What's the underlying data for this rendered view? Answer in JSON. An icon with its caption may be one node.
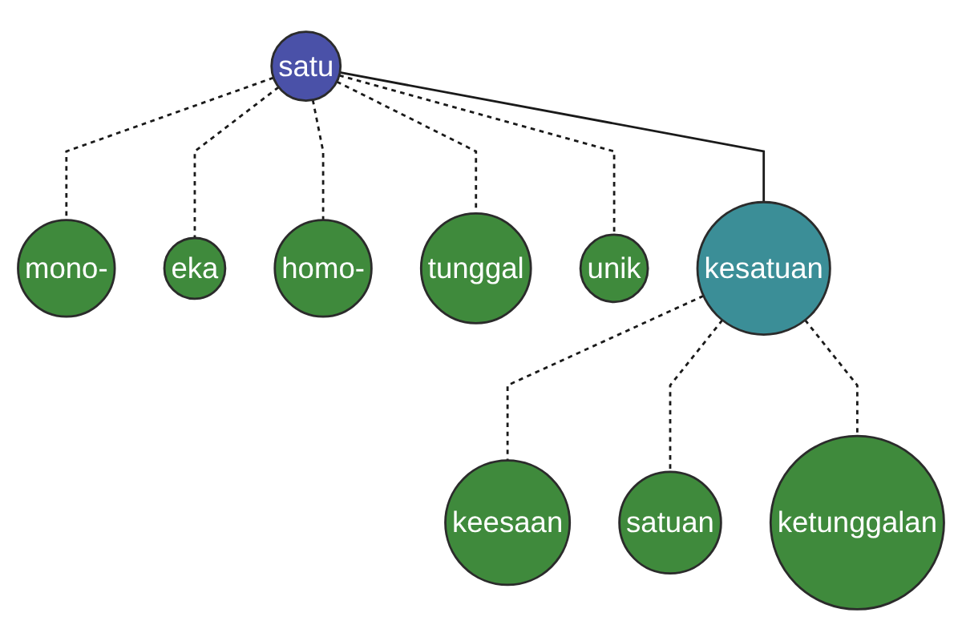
{
  "diagram": {
    "nodes": [
      {
        "text": [
          "satu"
        ]
      },
      {
        "text": [
          "mono-"
        ]
      },
      {
        "text": [
          "eka"
        ]
      },
      {
        "text": [
          "homo-"
        ]
      },
      {
        "text": [
          "tunggal"
        ]
      },
      {
        "text": [
          "unik"
        ]
      },
      {
        "text": [
          "kesatuan"
        ]
      },
      {
        "text": [
          "keesaan"
        ]
      },
      {
        "text": [
          "satuan"
        ]
      },
      {
        "text": [
          "ketunggalan"
        ]
      }
    ],
    "edges": [
      {
        "from": 0,
        "to": 1,
        "arrow": "none",
        "style": "dashed"
      },
      {
        "from": 0,
        "to": 2,
        "arrow": "none",
        "style": "dashed"
      },
      {
        "from": 0,
        "to": 3,
        "arrow": "none",
        "style": "dashed"
      },
      {
        "from": 0,
        "to": 4,
        "arrow": "none",
        "style": "dashed"
      },
      {
        "from": 0,
        "to": 5,
        "arrow": "none",
        "style": "dashed"
      },
      {
        "from": 0,
        "to": 6,
        "arrow": "none"
      },
      {
        "from": 6,
        "to": 7,
        "arrow": "none",
        "style": "dashed"
      },
      {
        "from": 6,
        "to": 8,
        "arrow": "none",
        "style": "dashed"
      },
      {
        "from": 6,
        "to": 9,
        "arrow": "none",
        "style": "dashed"
      }
    ]
  }
}
